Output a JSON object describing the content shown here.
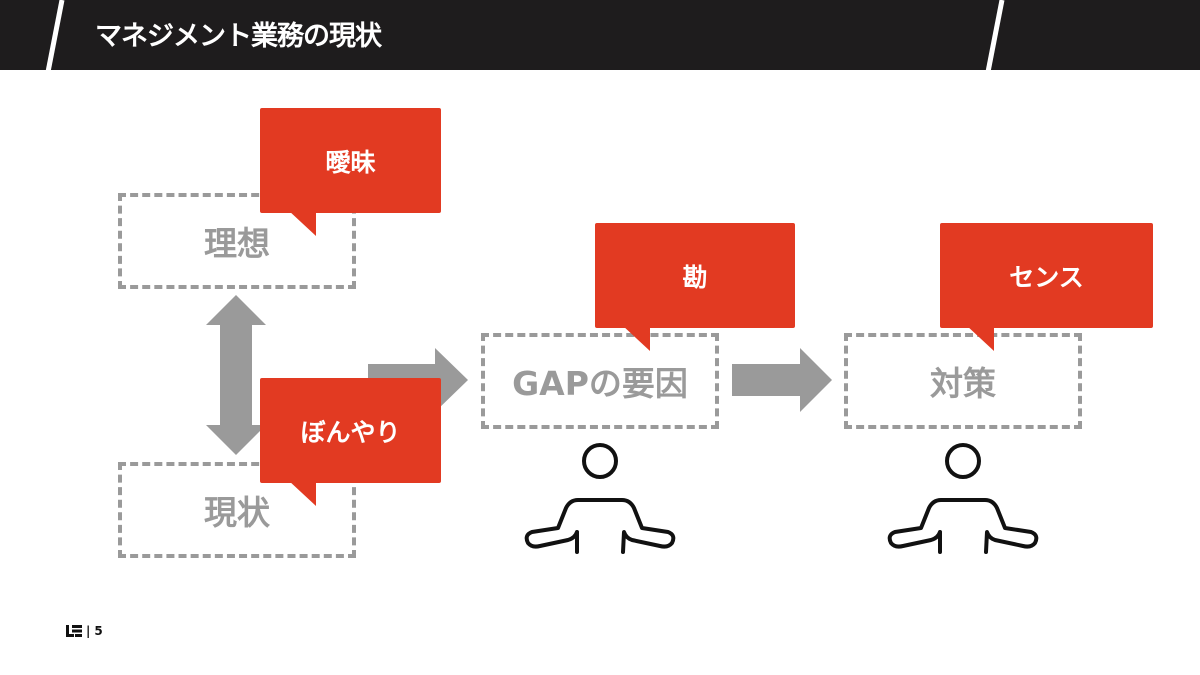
{
  "header": {
    "title": "マネジメント業務の現状"
  },
  "boxes": {
    "ideal": "理想",
    "current": "現状",
    "gap": "GAPの要因",
    "measure": "対策"
  },
  "callouts": {
    "ideal": "曖昧",
    "current": "ぼんやり",
    "gap": "勘",
    "measure": "センス"
  },
  "footer": {
    "separator": "|",
    "page_number": "5"
  },
  "colors": {
    "accent": "#e23a22",
    "header_bg": "#1e1c1d",
    "muted": "#9a9a9a"
  }
}
